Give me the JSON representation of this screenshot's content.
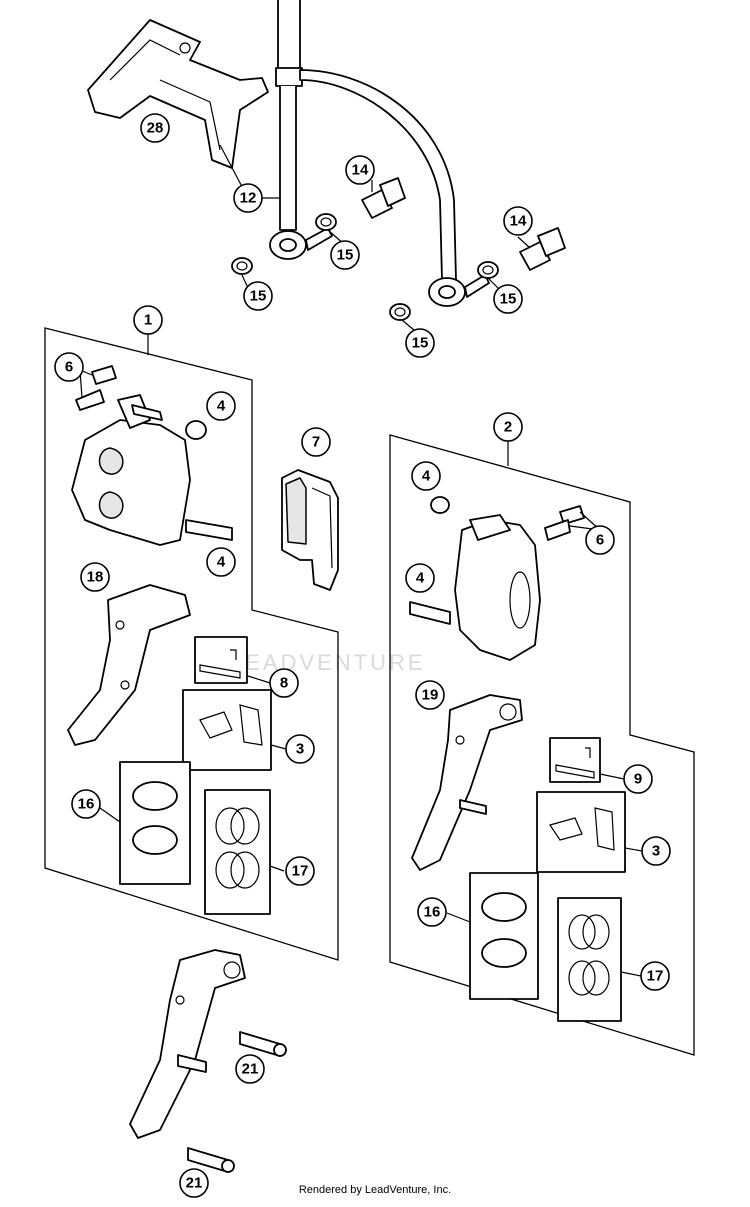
{
  "diagram": {
    "callouts": {
      "c1": "1",
      "c2": "2",
      "c3a": "3",
      "c3b": "3",
      "c4a": "4",
      "c4b": "4",
      "c4c": "4",
      "c4d": "4",
      "c6a": "6",
      "c6b": "6",
      "c7": "7",
      "c8": "8",
      "c9": "9",
      "c12": "12",
      "c14a": "14",
      "c14b": "14",
      "c15a": "15",
      "c15b": "15",
      "c15c": "15",
      "c15d": "15",
      "c16a": "16",
      "c16b": "16",
      "c17a": "17",
      "c17b": "17",
      "c18": "18",
      "c19": "19",
      "c21a": "21",
      "c21b": "21",
      "c28": "28"
    },
    "watermark": "LEADVENTURE",
    "footer": "Rendered by LeadVenture, Inc."
  }
}
